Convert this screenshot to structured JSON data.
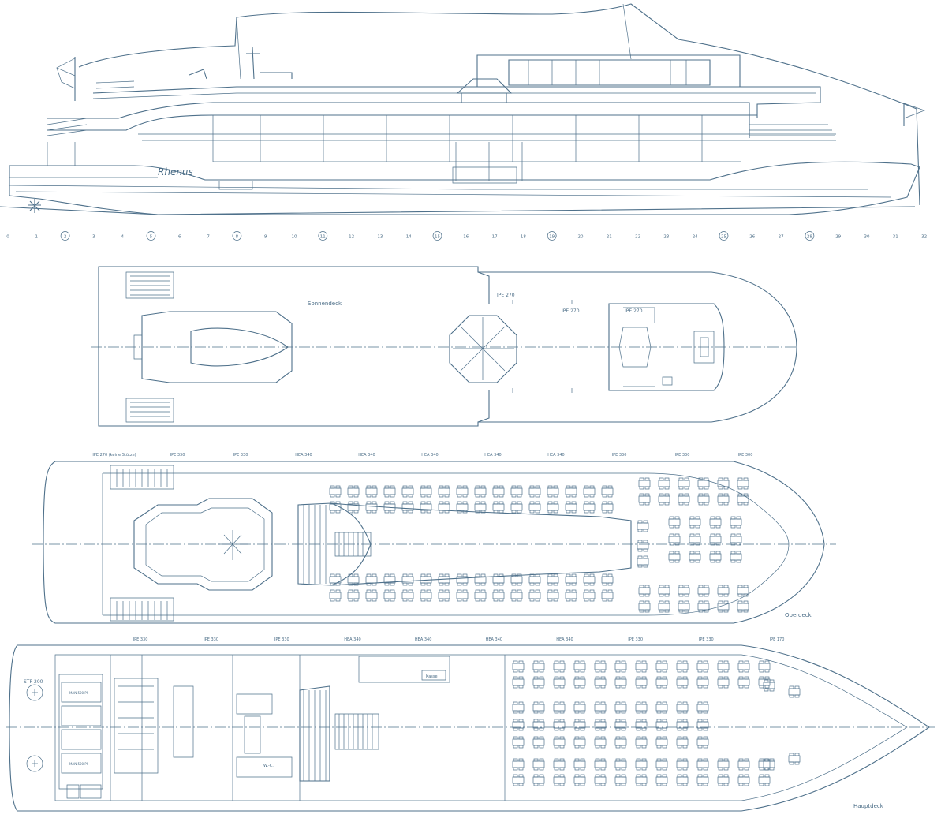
{
  "colors": {
    "line": "#4f718b",
    "background": "#ffffff"
  },
  "ship_name": "Rhenus",
  "frame_numbers": [
    "0",
    "1",
    "2",
    "3",
    "4",
    "5",
    "6",
    "7",
    "8",
    "9",
    "10",
    "11",
    "12",
    "13",
    "14",
    "15",
    "16",
    "17",
    "18",
    "19",
    "20",
    "21",
    "22",
    "23",
    "24",
    "25",
    "26",
    "27",
    "28",
    "29",
    "30",
    "31",
    "32"
  ],
  "decks": {
    "sonnendeck": {
      "title": "Sonnendeck",
      "labels": [
        "IPE 270",
        "IPE 270",
        "IPE 270"
      ]
    },
    "oberdeck": {
      "title": "Oberdeck",
      "beams": [
        "IPE 270 (keine Stütze)",
        "IPE 330",
        "IPE 330",
        "HEA 340",
        "HEA 340",
        "HEA 340",
        "HEA 340",
        "HEA 340",
        "IPE 330",
        "IPE 330",
        "IPE 300"
      ]
    },
    "hauptdeck": {
      "title": "Hauptdeck",
      "beams": [
        "IPE 330",
        "IPE 330",
        "IPE 330",
        "HEA 340",
        "HEA 340",
        "HEA 340",
        "HEA 340",
        "IPE 330",
        "IPE 330",
        "IPE 170"
      ],
      "labels": {
        "kasse": "Kasse",
        "stp": "STP 200",
        "engine1": "MAN 500 PS",
        "engine2": "MAN 500 PS",
        "wc": "W.-C."
      }
    }
  }
}
